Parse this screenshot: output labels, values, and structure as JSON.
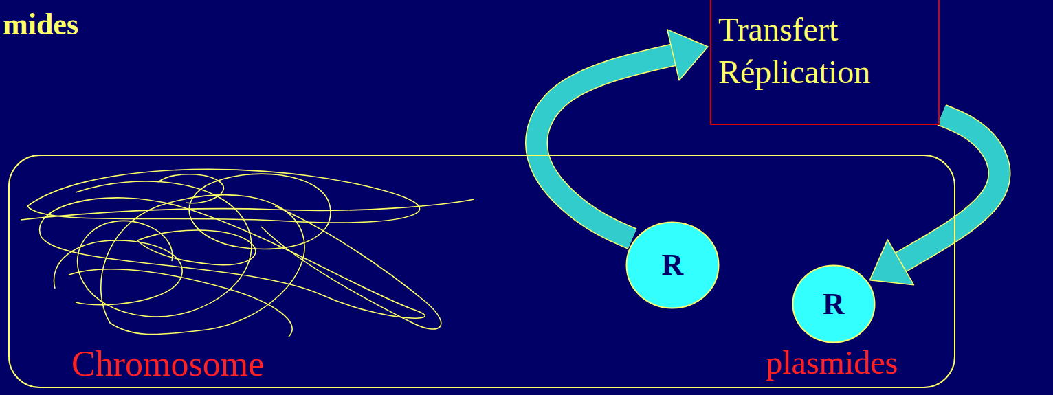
{
  "diagram": {
    "title": "mides",
    "nodes": [
      {
        "text": [
          "Chromosome",
          "plasmides"
        ]
      },
      {
        "text": [
          "R"
        ],
        "in": 0
      },
      {
        "text": [
          "R"
        ],
        "in": 0
      },
      {
        "text": [
          "Transfert Réplication"
        ]
      }
    ],
    "edges": [
      {
        "from": 1,
        "to": 3,
        "arrow": "to"
      },
      {
        "from": 3,
        "to": 2,
        "arrow": "to"
      }
    ]
  }
}
